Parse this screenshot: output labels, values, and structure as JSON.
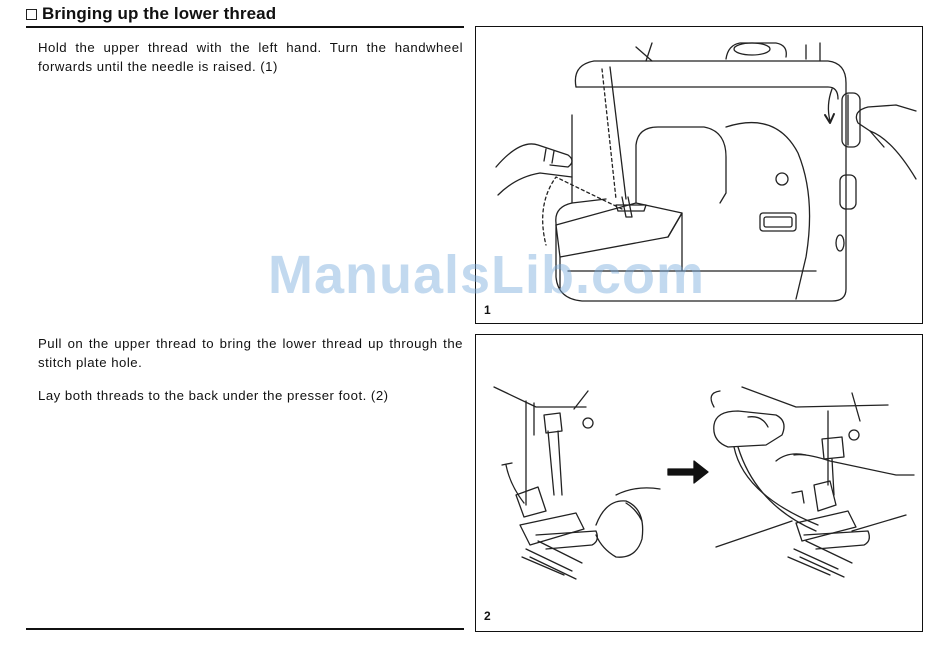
{
  "heading": {
    "title": "Bringing up the lower thread"
  },
  "steps": [
    {
      "text": "Hold the upper thread with the left hand. Turn the handwheel forwards until the needle is raised. (1)"
    },
    {
      "text": "Pull on the upper thread to bring the lower thread up through the stitch plate hole."
    },
    {
      "text": "Lay both threads to the back under the presser foot. (2)"
    }
  ],
  "figures": [
    {
      "number": "1"
    },
    {
      "number": "2"
    }
  ],
  "watermark": "ManualsLib.com"
}
